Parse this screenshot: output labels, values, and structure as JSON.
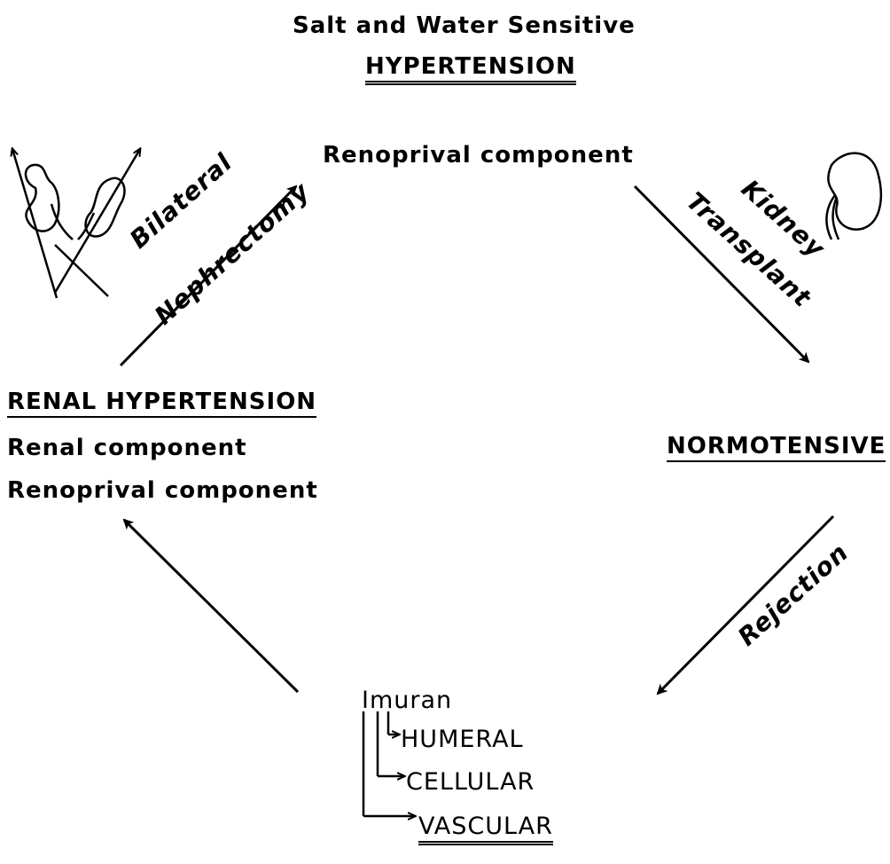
{
  "top_title": "Salt and Water Sensitive",
  "top_heading": "HYPERTENSION",
  "top_component": "Renoprival component",
  "left_heading": "RENAL HYPERTENSION",
  "left_line1": "Renal component",
  "left_line2": "Renoprival component",
  "right_heading": "NORMOTENSIVE",
  "arrow_bilateral": {
    "line1": "Bilateral",
    "line2": "Nephrectomy"
  },
  "arrow_transplant": {
    "line1": "Kidney",
    "line2": "Transplant"
  },
  "arrow_rejection": "Rejection",
  "bottom": {
    "drug": "Imuran",
    "branch1": "HUMERAL",
    "branch2": "CELLULAR",
    "branch3": "VASCULAR"
  },
  "icons": [
    "kidney-pair-removed-icon",
    "kidney-icon"
  ]
}
